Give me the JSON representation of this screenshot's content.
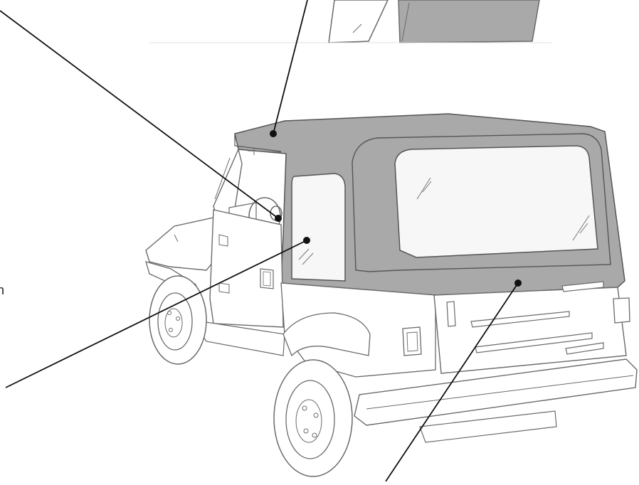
{
  "diagram": {
    "subject": "Jeep soft top",
    "edge_text": "n",
    "colors": {
      "top_fabric": "#a9a9a9",
      "window": "#f7f7f7",
      "body_line": "#6a6a6a",
      "body_fill": "#ffffff",
      "leader_line": "#111111",
      "callout_dot": "#111111"
    },
    "callouts": [
      {
        "id": "roof"
      },
      {
        "id": "windshield-frame"
      },
      {
        "id": "side-window"
      },
      {
        "id": "rear-window-panel"
      }
    ]
  }
}
